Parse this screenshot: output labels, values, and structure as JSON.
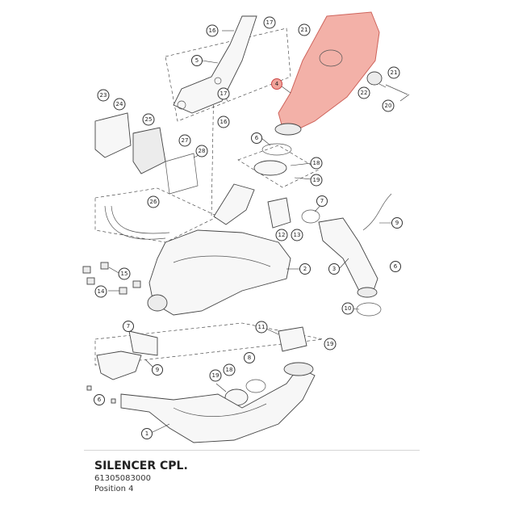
{
  "diagram": {
    "callouts": [
      {
        "label": "1"
      },
      {
        "label": "2"
      },
      {
        "label": "3"
      },
      {
        "label": "4",
        "highlight": true
      },
      {
        "label": "5"
      },
      {
        "label": "6"
      },
      {
        "label": "6"
      },
      {
        "label": "6"
      },
      {
        "label": "7"
      },
      {
        "label": "7"
      },
      {
        "label": "8"
      },
      {
        "label": "9"
      },
      {
        "label": "9"
      },
      {
        "label": "10"
      },
      {
        "label": "11"
      },
      {
        "label": "12"
      },
      {
        "label": "13"
      },
      {
        "label": "14"
      },
      {
        "label": "15"
      },
      {
        "label": "16"
      },
      {
        "label": "16"
      },
      {
        "label": "17"
      },
      {
        "label": "17"
      },
      {
        "label": "18"
      },
      {
        "label": "18"
      },
      {
        "label": "19"
      },
      {
        "label": "19"
      },
      {
        "label": "19"
      },
      {
        "label": "20"
      },
      {
        "label": "21"
      },
      {
        "label": "21"
      },
      {
        "label": "22"
      },
      {
        "label": "23"
      },
      {
        "label": "24"
      },
      {
        "label": "25"
      },
      {
        "label": "26"
      },
      {
        "label": "27"
      },
      {
        "label": "28"
      }
    ]
  },
  "part": {
    "title": "SILENCER CPL.",
    "number": "61305083000",
    "position": "Position 4"
  },
  "colors": {
    "highlight": "#f2a99f",
    "highlight_stroke": "#c9534a"
  }
}
